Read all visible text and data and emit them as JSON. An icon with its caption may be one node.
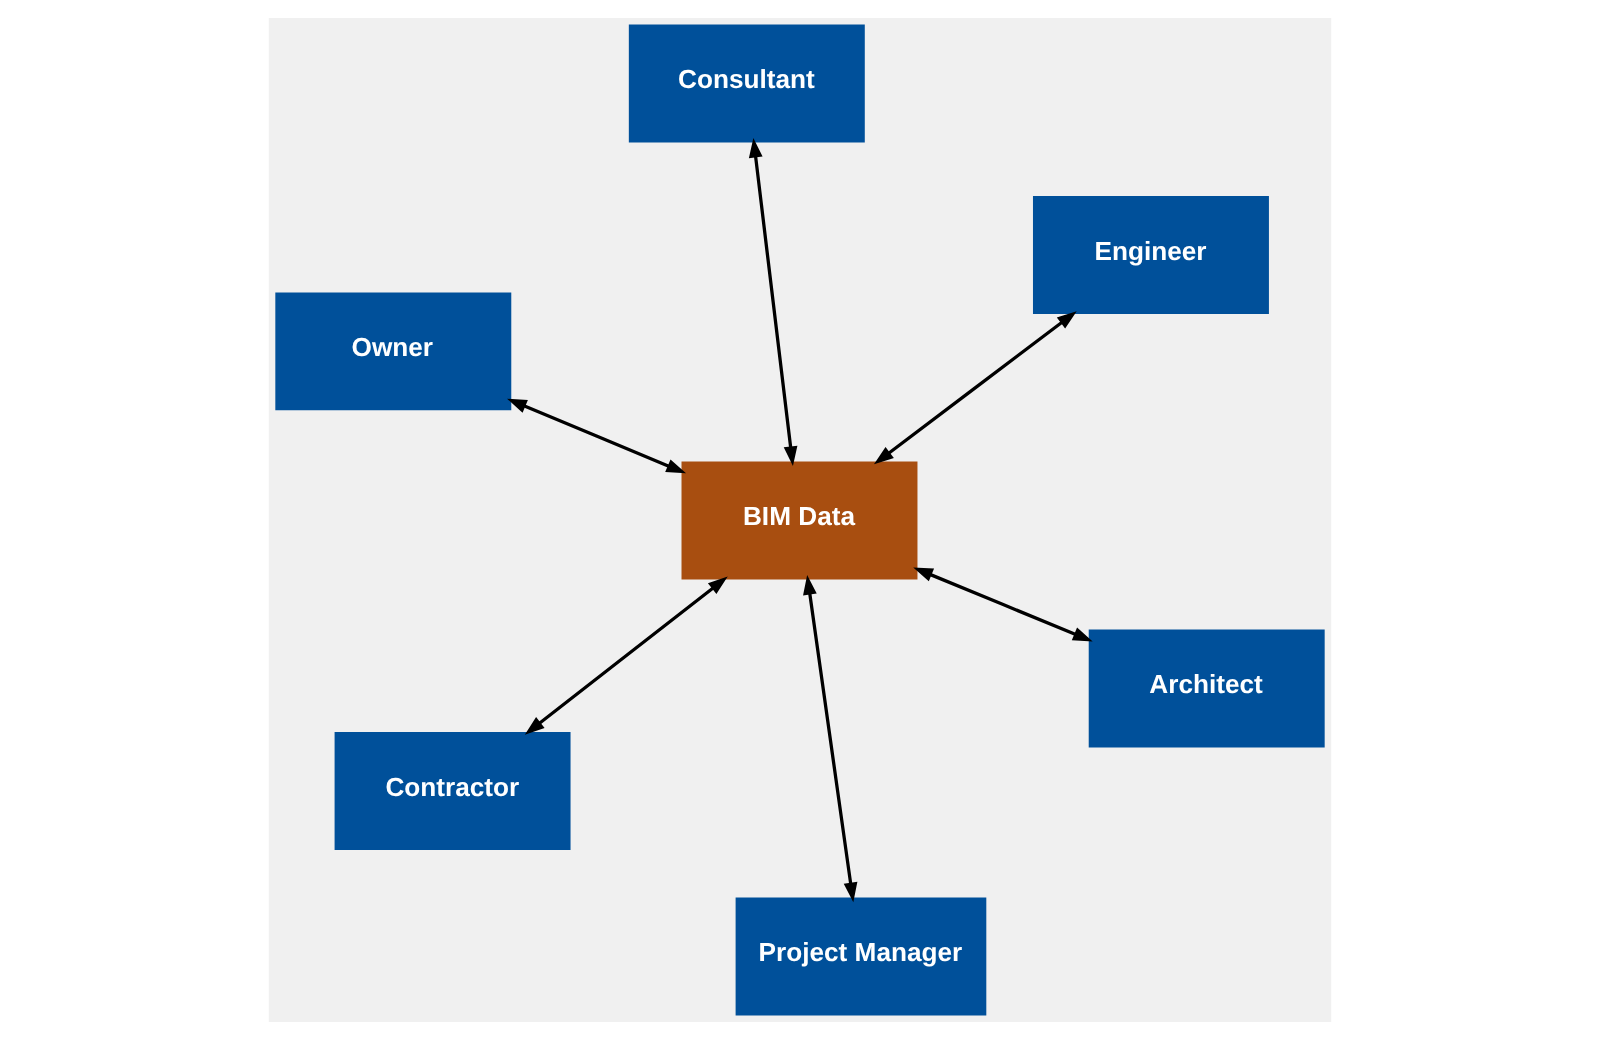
{
  "diagram": {
    "nodes": [
      {
        "text": [
          "Owner"
        ]
      },
      {
        "text": [
          "Architect"
        ]
      },
      {
        "text": [
          "Project Manager"
        ]
      },
      {
        "text": [
          "BIM Data"
        ]
      },
      {
        "text": [
          "Engineer"
        ]
      },
      {
        "text": [
          "Consultant"
        ]
      },
      {
        "text": [
          "Contractor"
        ]
      }
    ],
    "edges": [
      {
        "from": 3,
        "to": 0,
        "arrow": "both"
      },
      {
        "from": 3,
        "to": 1,
        "arrow": "both"
      },
      {
        "from": 3,
        "to": 2,
        "arrow": "both"
      },
      {
        "from": 3,
        "to": 4,
        "arrow": "both"
      },
      {
        "from": 3,
        "to": 5,
        "arrow": "both"
      },
      {
        "from": 3,
        "to": 6,
        "arrow": "both"
      }
    ]
  }
}
